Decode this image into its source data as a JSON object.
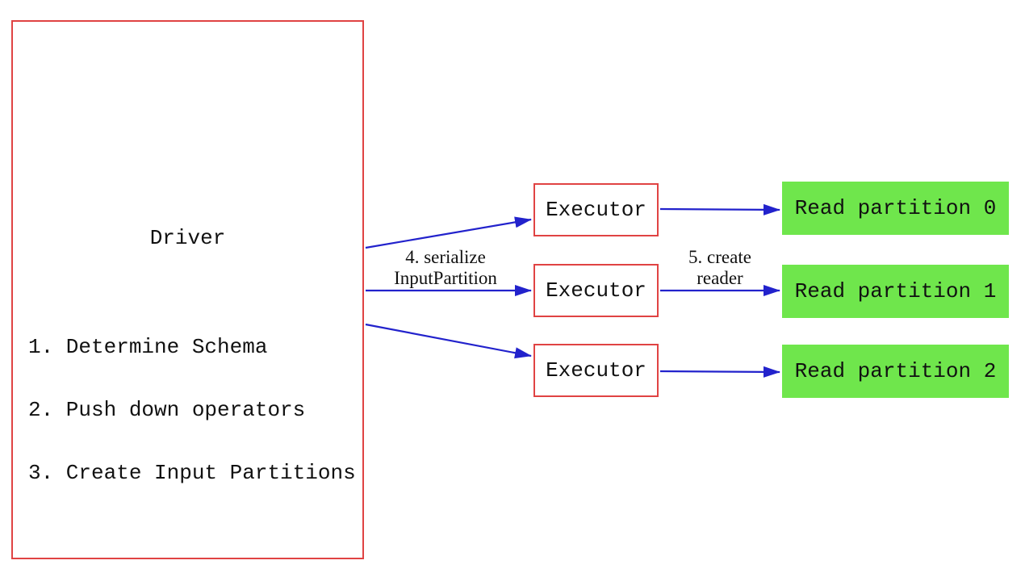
{
  "diagram": {
    "driver": {
      "title": "Driver",
      "steps": [
        "1. Determine Schema",
        "2. Push down operators",
        "3. Create Input Partitions"
      ]
    },
    "executors": [
      {
        "label": "Executor"
      },
      {
        "label": "Executor"
      },
      {
        "label": "Executor"
      }
    ],
    "partitions": [
      {
        "label": "Read partition 0"
      },
      {
        "label": "Read partition 1"
      },
      {
        "label": "Read partition 2"
      }
    ],
    "annotations": {
      "serialize": {
        "line1": "4. serialize",
        "line2": "InputPartition"
      },
      "reader": {
        "line1": "5. create",
        "line2": "reader"
      }
    },
    "colors": {
      "box_border_red": "#e04343",
      "arrow_blue": "#2222cc",
      "partition_green": "#6fe64c",
      "text_black": "#111111",
      "background": "#ffffff"
    }
  }
}
